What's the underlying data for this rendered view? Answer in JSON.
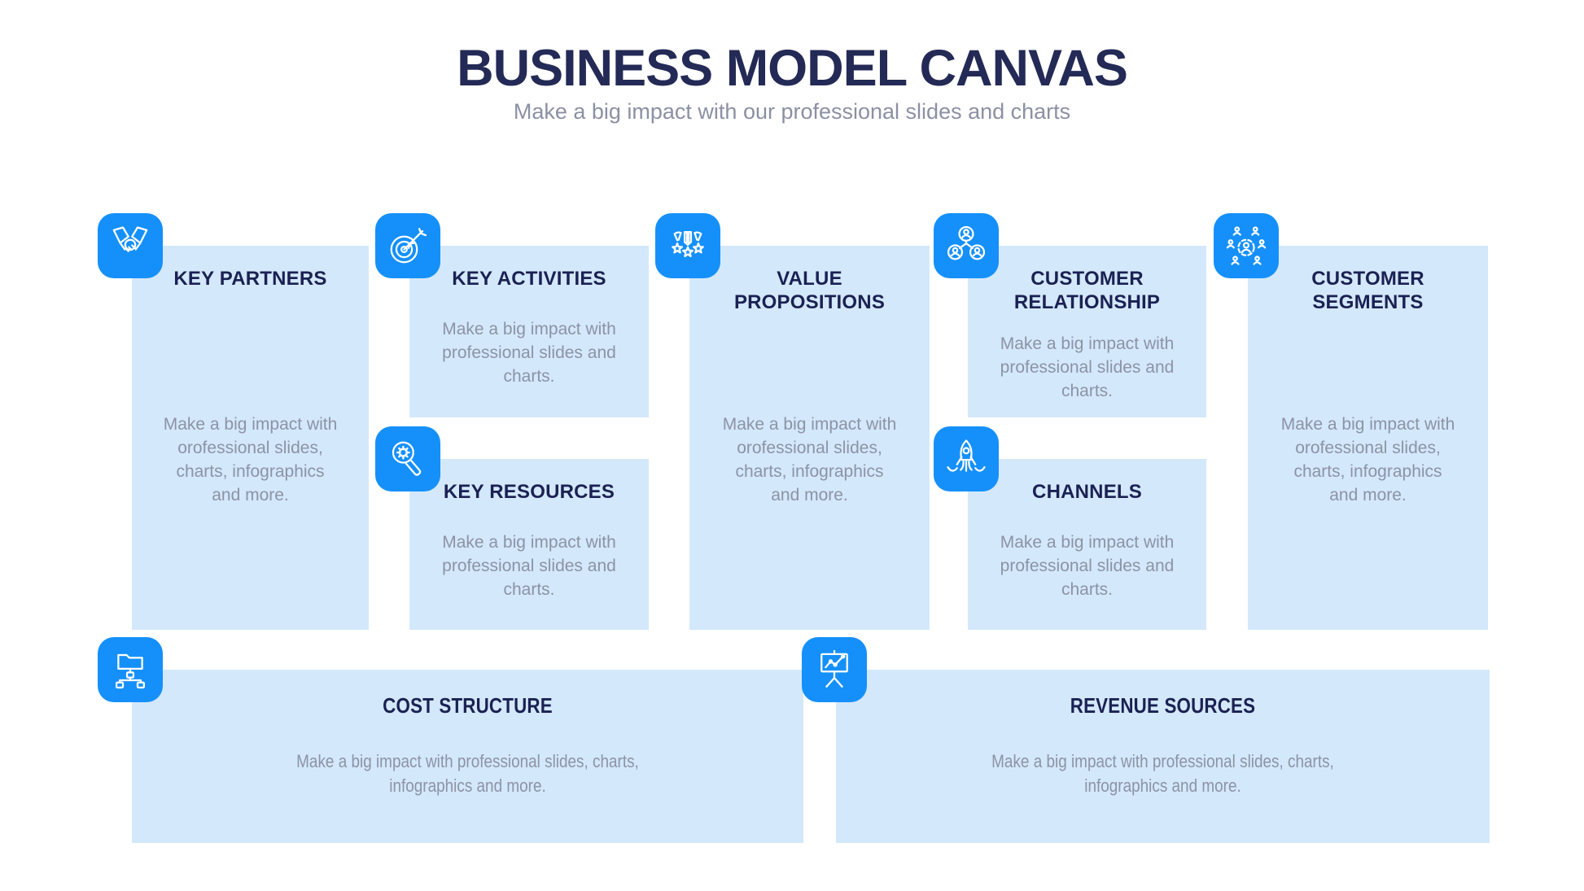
{
  "header": {
    "title": "BUSINESS MODEL CANVAS",
    "subtitle": "Make a big impact with our professional slides and charts"
  },
  "colors": {
    "accent_blue": "#1590fa",
    "panel_light_blue": "#d3e8fb",
    "title_navy": "#242a56",
    "heading_navy": "#1b2153",
    "body_gray": "#8d93a5",
    "background": "#ffffff",
    "icon_stroke": "#ffffff"
  },
  "sections": {
    "key_partners": {
      "title": "KEY PARTNERS",
      "icon": "handshake-icon",
      "body_lines": [
        "Make a big impact with",
        "orofessional slides,",
        "charts, infographics",
        "and more."
      ]
    },
    "key_activities": {
      "title": "KEY ACTIVITIES",
      "icon": "target-arrow-icon",
      "body_lines": [
        "Make a big impact with",
        "professional slides and",
        "charts."
      ]
    },
    "key_resources": {
      "title": "KEY RESOURCES",
      "icon": "magnifier-gear-icon",
      "body_lines": [
        "Make a big impact with",
        "professional slides and",
        "charts."
      ]
    },
    "value_propositions": {
      "title": "VALUE PROPOSITIONS",
      "icon": "award-medals-icon",
      "body_lines": [
        "Make a big impact with",
        "orofessional slides,",
        "charts, infographics",
        "and more."
      ]
    },
    "customer_relationship": {
      "title": "CUSTOMER RELATIONSHIP",
      "icon": "people-network-icon",
      "body_lines": [
        "Make a big impact with",
        "professional slides and",
        "charts."
      ]
    },
    "channels": {
      "title": "CHANNELS",
      "icon": "rocket-icon",
      "body_lines": [
        "Make a big impact with",
        "professional slides and",
        "charts."
      ]
    },
    "customer_segments": {
      "title": "CUSTOMER SEGMENTS",
      "icon": "audience-target-icon",
      "body_lines": [
        "Make a big impact with",
        "orofessional slides,",
        "charts, infographics",
        "and more."
      ]
    },
    "cost_structure": {
      "title": "COST STRUCTURE",
      "icon": "folder-tree-icon",
      "body_lines": [
        "Make a big impact with professional slides, charts,",
        "infographics and more."
      ]
    },
    "revenue_sources": {
      "title": "REVENUE SOURCES",
      "icon": "presentation-chart-icon",
      "body_lines": [
        "Make a big impact with professional slides, charts,",
        "infographics and more."
      ]
    }
  }
}
